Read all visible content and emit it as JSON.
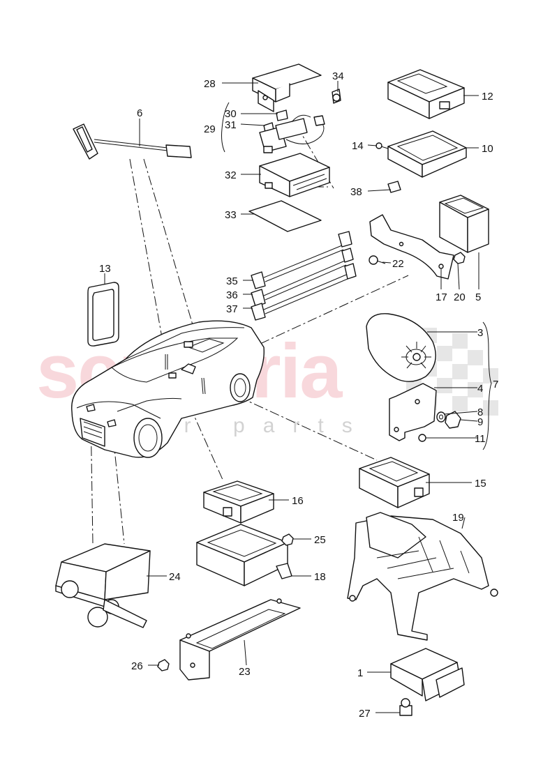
{
  "watermark": {
    "main": "scuderia",
    "sub": "car parts"
  },
  "colors": {
    "line": "#111111",
    "watermark_main": "#f3b9c1",
    "watermark_sub": "#c8c8c8"
  },
  "part_numbers": {
    "p1": "1",
    "p3": "3",
    "p4": "4",
    "p5": "5",
    "p6": "6",
    "p7": "7",
    "p8": "8",
    "p9": "9",
    "p10": "10",
    "p11": "11",
    "p12": "12",
    "p13": "13",
    "p14": "14",
    "p15": "15",
    "p16": "16",
    "p17": "17",
    "p18": "18",
    "p19": "19",
    "p20": "20",
    "p22": "22",
    "p23": "23",
    "p24": "24",
    "p25": "25",
    "p26": "26",
    "p27": "27",
    "p28": "28",
    "p29": "29",
    "p30": "30",
    "p31": "31",
    "p32": "32",
    "p33": "33",
    "p34": "34",
    "p35": "35",
    "p36": "36",
    "p37": "37",
    "p38": "38"
  }
}
